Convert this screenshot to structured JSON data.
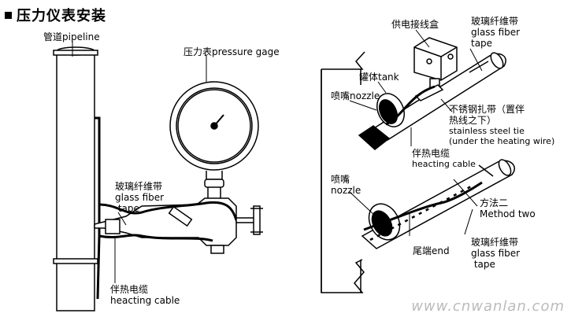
{
  "title": "压力仪表安装",
  "watermark": "www.cnwanlan.com",
  "left": {
    "pipeline": "管道pipeline",
    "gauge": "压力表pressure gage",
    "glass_cn": "玻璃纤维带",
    "glass_en1": "glass fiber",
    "glass_en2": " tape",
    "cable_cn": "伴热电缆",
    "cable_en": "heacting cable"
  },
  "right": {
    "junction": "供电接线盒",
    "glass_top_cn": "玻璃纤维带",
    "glass_top_en1": "glass fiber",
    "glass_top_en2": "tape",
    "tank": "罐体tank",
    "nozzle1": "喷嘴nozzle",
    "tie_cn1": "不锈钢扎带（置伴",
    "tie_cn2": "热线之下）",
    "tie_en1": "stainless steel tie",
    "tie_en2": "(under the heating wire)",
    "cable_cn": "伴热电缆",
    "cable_en": "heacting cable",
    "nozzle2_cn": "喷嘴",
    "nozzle2_en": "nozzle",
    "method_cn": "方法二",
    "method_en": "Method two",
    "end": "尾端end",
    "glass_bot_cn": "玻璃纤维带",
    "glass_bot_en1": "glass fiber",
    "glass_bot_en2": " tape"
  }
}
